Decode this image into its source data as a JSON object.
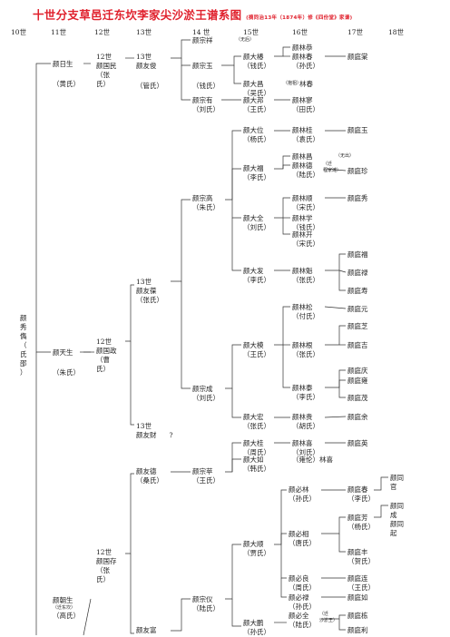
{
  "title": "十世分支草邑迁东坎李家尖沙淤王谱系图",
  "title_note": "(摘同治13年（1874年）修《四份堂》家谱)",
  "generations": [
    "10世",
    "11世",
    "12世",
    "13世",
    "14 世",
    "15世",
    "16世",
    "17世",
    "18世"
  ],
  "persons": [
    {
      "id": "p10",
      "name": "颜\n秀\n儁\n（\n氏\n邵\n）"
    },
    {
      "id": "p11a",
      "name": "颜日生",
      "wife": "（黄氏）"
    },
    {
      "id": "p11b",
      "name": "颜天生",
      "wife": "（朱氏）"
    },
    {
      "id": "p11c",
      "name": "颜朝生",
      "wife": "（高氏）",
      "note": "（迁东坎）"
    },
    {
      "id": "p12a",
      "name": "12世\n颜国民\n（张\n氏）"
    },
    {
      "id": "p12b",
      "name": "12世\n颜国政\n（曹\n氏）"
    },
    {
      "id": "p12c",
      "name": "12世\n颜国存\n（张\n氏）"
    },
    {
      "id": "p13a",
      "name": "13世\n颜友俊",
      "wife": "（管氏）"
    },
    {
      "id": "p13b",
      "name": "13世\n颜友葆",
      "wife": "（张氏）"
    },
    {
      "id": "p13c",
      "name": "13世\n颜友财",
      "extra": "?"
    },
    {
      "id": "p13d",
      "name": "颜友德",
      "wife": "（桑氏）"
    },
    {
      "id": "p13e",
      "name": "颜友富"
    },
    {
      "id": "p14a",
      "name": "颜宗祥",
      "note": "（无后）"
    },
    {
      "id": "p14b",
      "name": "颜宗玉",
      "wife": "（钱氏）"
    },
    {
      "id": "p14c",
      "name": "颜宗有",
      "wife": "（刘氏）"
    },
    {
      "id": "p14d",
      "name": "颜宗高",
      "wife": "（朱氏）"
    },
    {
      "id": "p14e",
      "name": "颜宗成",
      "wife": "（刘氏）"
    },
    {
      "id": "p14f",
      "name": "颜宗苹",
      "wife": "（王氏）"
    },
    {
      "id": "p14g",
      "name": "颜宗仪",
      "wife": "（陆氏）"
    },
    {
      "id": "p15a",
      "name": "颜大椿",
      "wife": "（钱氏）"
    },
    {
      "id": "p15b",
      "name": "颜大昌",
      "wife": "（吴氏）"
    },
    {
      "id": "p15c",
      "name": "颜大邦",
      "wife": "（王氏）"
    },
    {
      "id": "p15d",
      "name": "颜大位",
      "wife": "（杨氏）"
    },
    {
      "id": "p15e",
      "name": "颜大福",
      "wife": "（李氏）"
    },
    {
      "id": "p15f",
      "name": "颜大全",
      "wife": "（刘氏）"
    },
    {
      "id": "p15g",
      "name": "颜大发",
      "wife": "（李氏）"
    },
    {
      "id": "p15h",
      "name": "颜大模",
      "wife": "（王氏）"
    },
    {
      "id": "p15i",
      "name": "颜大宏",
      "wife": "（张氏）"
    },
    {
      "id": "p15j",
      "name": "颜大桂",
      "wife": "（周氏）"
    },
    {
      "id": "p15k",
      "name": "颜大如",
      "wife": "（韩氏）"
    },
    {
      "id": "p15l",
      "name": "颜大顺",
      "wife": "（贾氏）"
    },
    {
      "id": "p15m",
      "name": "颜大鹏",
      "wife": "（孙氏）"
    },
    {
      "id": "p16a",
      "name": "颜林恭"
    },
    {
      "id": "p16b",
      "name": "颜林春",
      "wife": "（孙氏）"
    },
    {
      "id": "p16c",
      "name": "林春",
      "note": "（抱祖）"
    },
    {
      "id": "p16d",
      "name": "颜林寥",
      "wife": "（田氏）"
    },
    {
      "id": "p16e",
      "name": "颜林桂",
      "wife": "（袁氏）"
    },
    {
      "id": "p16f",
      "name": "颜林昌",
      "note": "（无出）"
    },
    {
      "id": "p16g",
      "name": "颜林德",
      "note": "（迁\n程家滩）",
      "wife": "（陆氏）"
    },
    {
      "id": "p16h",
      "name": "颜林顺",
      "wife": "（宋氏）"
    },
    {
      "id": "p16i",
      "name": "颜林学",
      "wife": "（钱氏）"
    },
    {
      "id": "p16j",
      "name": "颜林开",
      "wife": "（宋氏）"
    },
    {
      "id": "p16k",
      "name": "颜林魁",
      "wife": "（张氏）"
    },
    {
      "id": "p16l",
      "name": "颜林松",
      "wife": "（付氏）"
    },
    {
      "id": "p16m",
      "name": "颜林根",
      "wife": "（张氏）"
    },
    {
      "id": "p16n",
      "name": "颜林泰",
      "wife": "（李氏）"
    },
    {
      "id": "p16o",
      "name": "颜林贵",
      "wife": "（胡氏）"
    },
    {
      "id": "p16p",
      "name": "颜林喜",
      "wife": "（刘氏）"
    },
    {
      "id": "p16q",
      "name": "（雍伦）林喜"
    },
    {
      "id": "p16r",
      "name": "颜必林",
      "wife": "（孙氏）"
    },
    {
      "id": "p16s",
      "name": "颜必相",
      "wife": "（唐氏）"
    },
    {
      "id": "p16t",
      "name": "颜必良",
      "wife": "（周氏）"
    },
    {
      "id": "p16u",
      "name": "颜必禄",
      "wife": "（孙氏）"
    },
    {
      "id": "p16v",
      "name": "颜必全",
      "note": "（迁\n沙淤王）",
      "wife": "（陆氏）"
    },
    {
      "id": "p17a",
      "name": "颜庭棠"
    },
    {
      "id": "p17b",
      "name": "颜庭玉"
    },
    {
      "id": "p17c",
      "name": "颜庭珍"
    },
    {
      "id": "p17d",
      "name": "颜庭秀"
    },
    {
      "id": "p17e",
      "name": "颜庭福"
    },
    {
      "id": "p17f",
      "name": "颜庭禄"
    },
    {
      "id": "p17g",
      "name": "颜庭寿"
    },
    {
      "id": "p17h",
      "name": "颜庭元"
    },
    {
      "id": "p17i",
      "name": "颜庭芝"
    },
    {
      "id": "p17j",
      "name": "颜庭吉"
    },
    {
      "id": "p17k",
      "name": "颜庭庆"
    },
    {
      "id": "p17l",
      "name": "颜庭雍"
    },
    {
      "id": "p17m",
      "name": "颜庭茂"
    },
    {
      "id": "p17n",
      "name": "颜庭余"
    },
    {
      "id": "p17o",
      "name": "颜庭英"
    },
    {
      "id": "p17p",
      "name": "颜庭春",
      "wife": "（李氏）"
    },
    {
      "id": "p17q",
      "name": "颜庭芳",
      "wife": "（杨氏）"
    },
    {
      "id": "p17r",
      "name": "颜庭丰",
      "wife": "（贺氏）"
    },
    {
      "id": "p17s",
      "name": "颜庭连",
      "wife": "（王氏）"
    },
    {
      "id": "p17t",
      "name": "颜庭如"
    },
    {
      "id": "p17u",
      "name": "颜庭栋"
    },
    {
      "id": "p17v",
      "name": "颜庭利"
    },
    {
      "id": "p18a",
      "name": "颜同\n官"
    },
    {
      "id": "p18b",
      "name": "颜同\n成\n颜同\n起"
    }
  ]
}
